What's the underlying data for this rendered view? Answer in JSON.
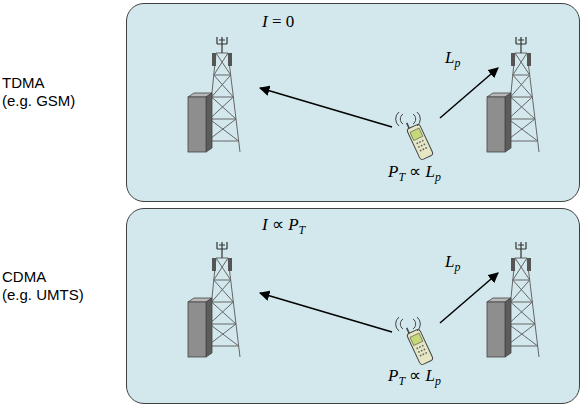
{
  "diagram": {
    "nodes": [
      {
        "text": [
          "TDMA (e.g. GSM)"
        ]
      },
      {
        "text": [
          "CDMA (e.g. UMTS)"
        ]
      }
    ],
    "labels": [
      "I = 0",
      "Lp",
      "PT ∝ Lp",
      "I ∝ PT",
      "Lp",
      "PT ∝ Lp"
    ]
  }
}
